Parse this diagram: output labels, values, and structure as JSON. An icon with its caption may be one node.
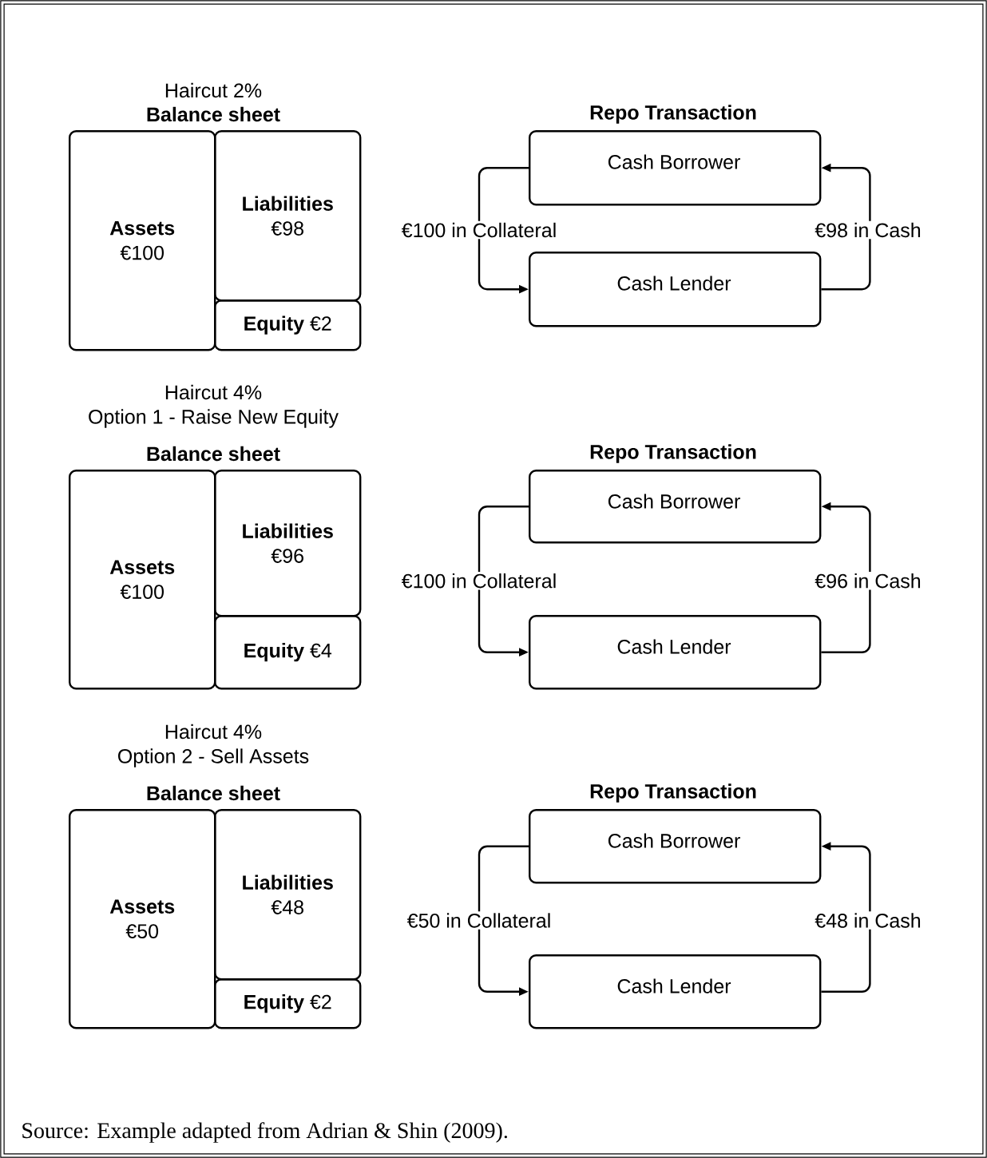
{
  "diagram": {
    "caption": "Source: Example adapted from Adrian & Shin (2009).",
    "nodes": [
      {
        "text": [
          "Assets",
          "€100"
        ]
      },
      {
        "text": [
          "Liabilities",
          "€98"
        ]
      },
      {
        "text": [
          "**Equity** €2"
        ]
      },
      {
        "text": [
          "Cash Borrower"
        ]
      },
      {
        "text": [
          "Cash Lender"
        ]
      },
      {
        "text": [
          "Assets",
          "€100"
        ]
      },
      {
        "text": [
          "Liabilities",
          "€96"
        ]
      },
      {
        "text": [
          "**Equity** €4"
        ]
      },
      {
        "text": [
          "Cash Borrower"
        ]
      },
      {
        "text": [
          "Cash Lender"
        ]
      },
      {
        "text": [
          "Assets",
          "€50"
        ]
      },
      {
        "text": [
          "Liabilities",
          "€48"
        ]
      },
      {
        "text": [
          "**Equity** €2"
        ]
      },
      {
        "text": [
          "Cash Borrower"
        ]
      },
      {
        "text": [
          "Cash Lender"
        ]
      }
    ],
    "edges": [
      {
        "from": 3,
        "to": 4,
        "arrow": "to",
        "label": "€100 in Collateral"
      },
      {
        "from": 4,
        "to": 3,
        "arrow": "to",
        "label": "€98 in Cash"
      },
      {
        "from": 8,
        "to": 9,
        "arrow": "to",
        "label": "€100 in Collateral"
      },
      {
        "from": 9,
        "to": 8,
        "arrow": "to",
        "label": "€96 in Cash"
      },
      {
        "from": 13,
        "to": 14,
        "arrow": "to",
        "label": "€50 in Collateral"
      },
      {
        "from": 14,
        "to": 13,
        "arrow": "to",
        "label": "€48 in Cash"
      }
    ],
    "labels": [
      "Haircut 2%",
      "Balance sheet",
      "Repo Transaction",
      "Haircut 4%",
      "Option 1 - Raise New Equity",
      "Balance sheet",
      "Repo Transaction",
      "Haircut 4%",
      "Option 2 - Sell Assets",
      "Balance sheet",
      "Repo Transaction"
    ]
  }
}
